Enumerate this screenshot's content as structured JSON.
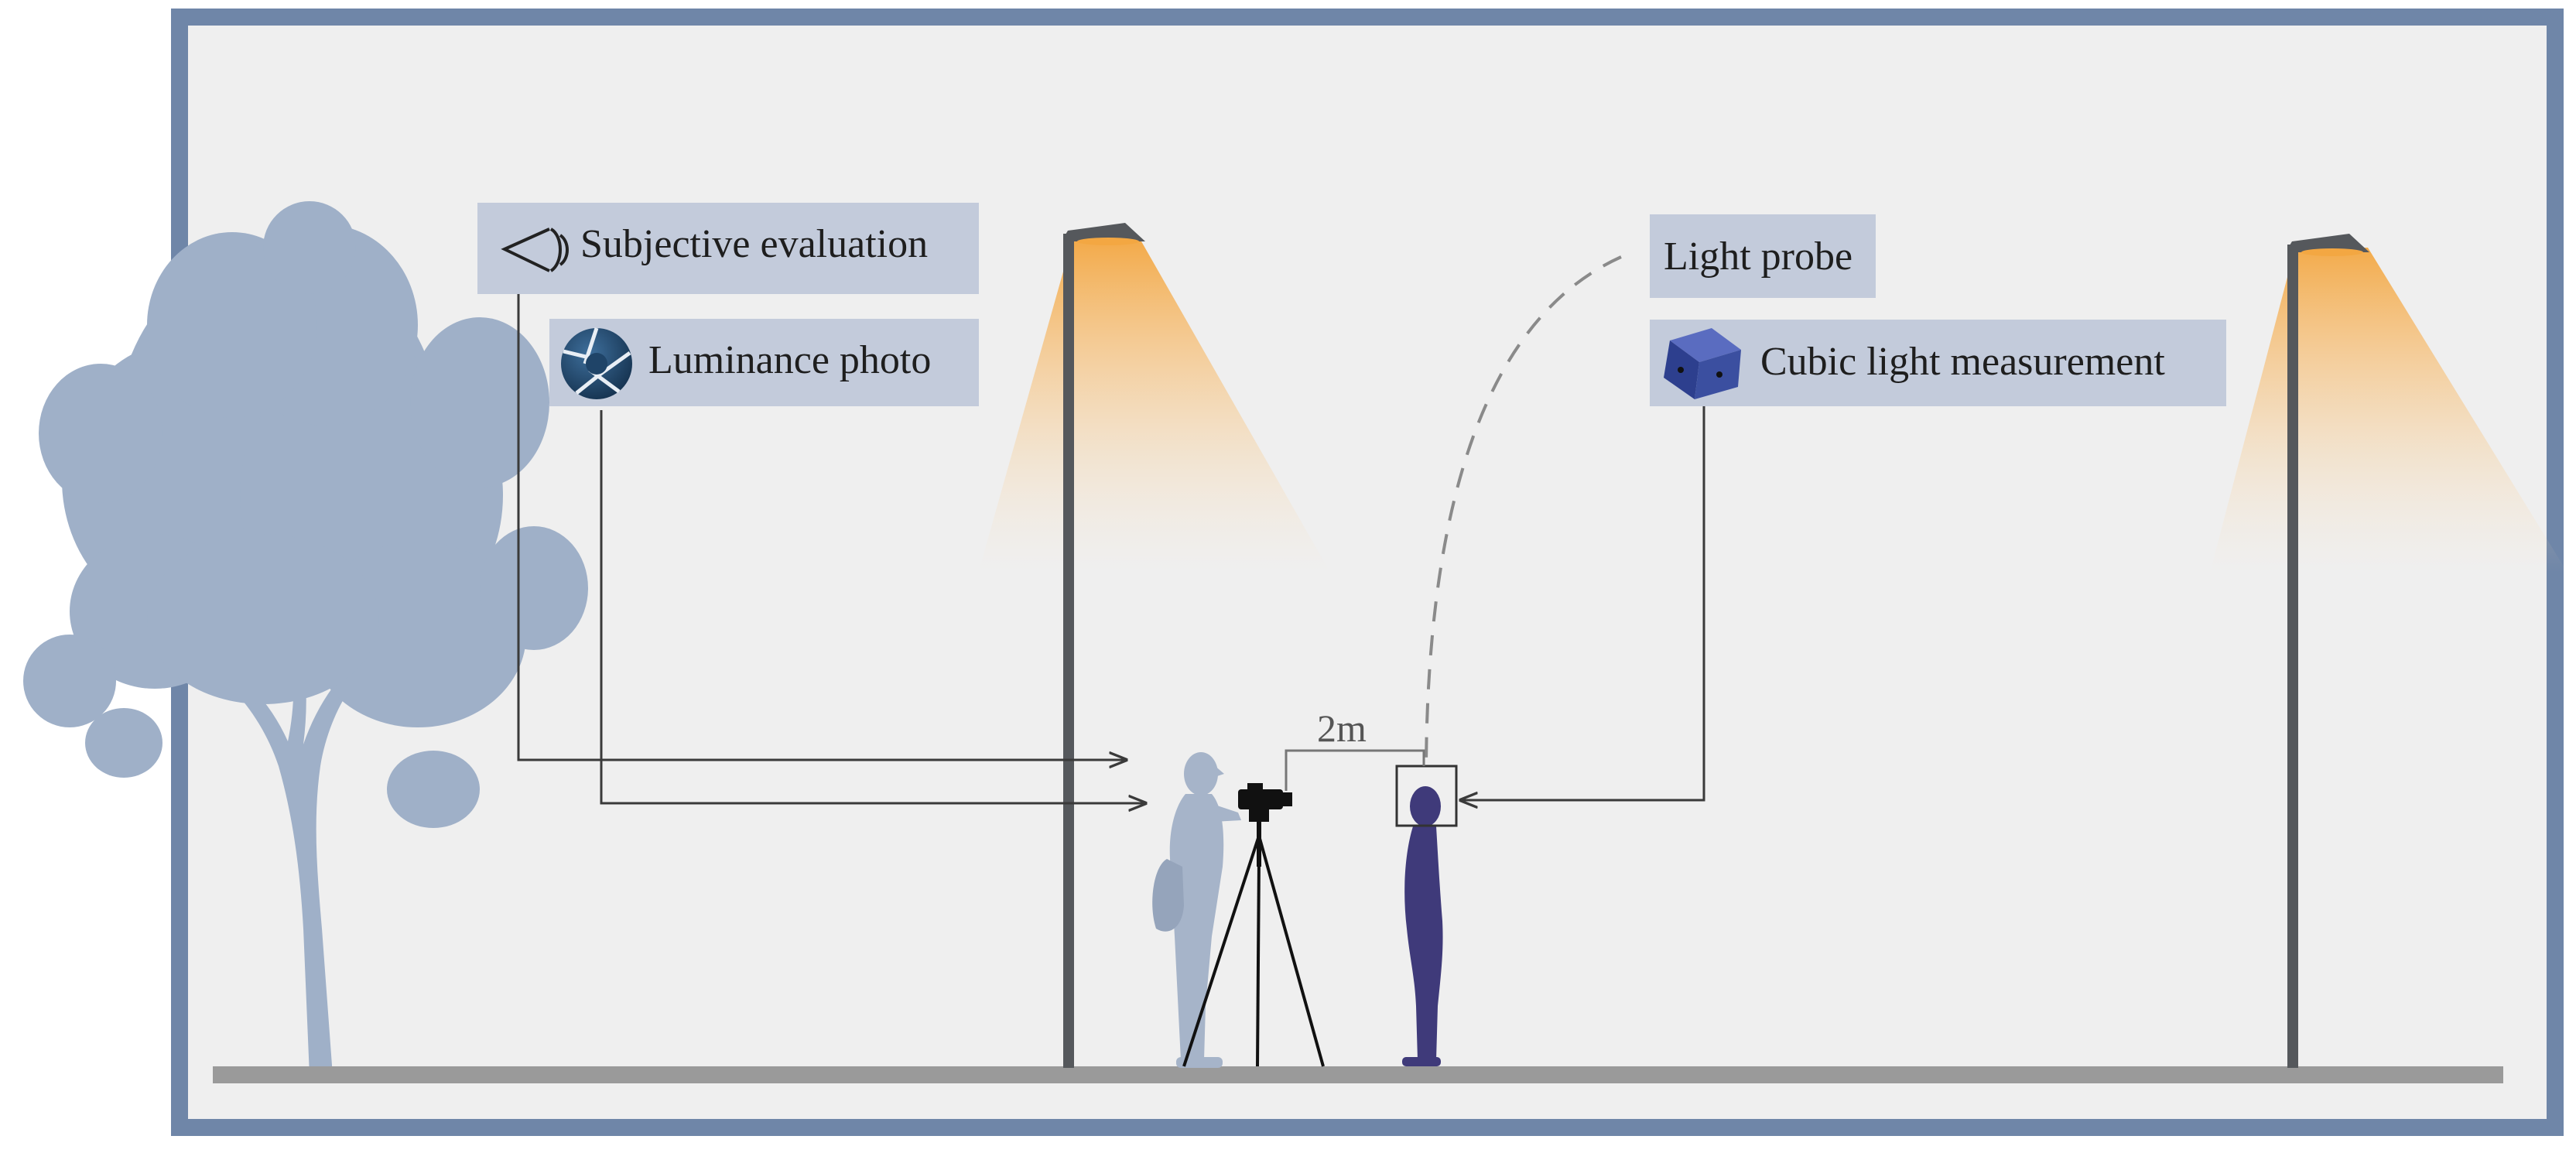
{
  "labels": {
    "subjective_evaluation": "Subjective evaluation",
    "luminance_photo": "Luminance photo",
    "light_probe": "Light probe",
    "cubic_light_measurement": "Cubic light measurement",
    "distance": "2m"
  },
  "icons": {
    "subjective_evaluation": "eye-icon",
    "luminance_photo": "camera-aperture-icon",
    "cubic_light_measurement": "cube-icon"
  },
  "colors": {
    "frame": "#6f86a8",
    "background": "#efefef",
    "label_box": "#c3cbdb",
    "tree": "#9fb0c8",
    "observer": "#a6b4c9",
    "subject": "#3f3a7a",
    "pole": "#55585c",
    "ground": "#9a9a9a",
    "light_cone": "#f5b25a",
    "lamp_glow": "#f3a742",
    "connector": "#3a3a3a",
    "dashed": "#8a8a8a",
    "aperture_icon": "#1f4468",
    "cube_icon": "#3b4fa0"
  }
}
